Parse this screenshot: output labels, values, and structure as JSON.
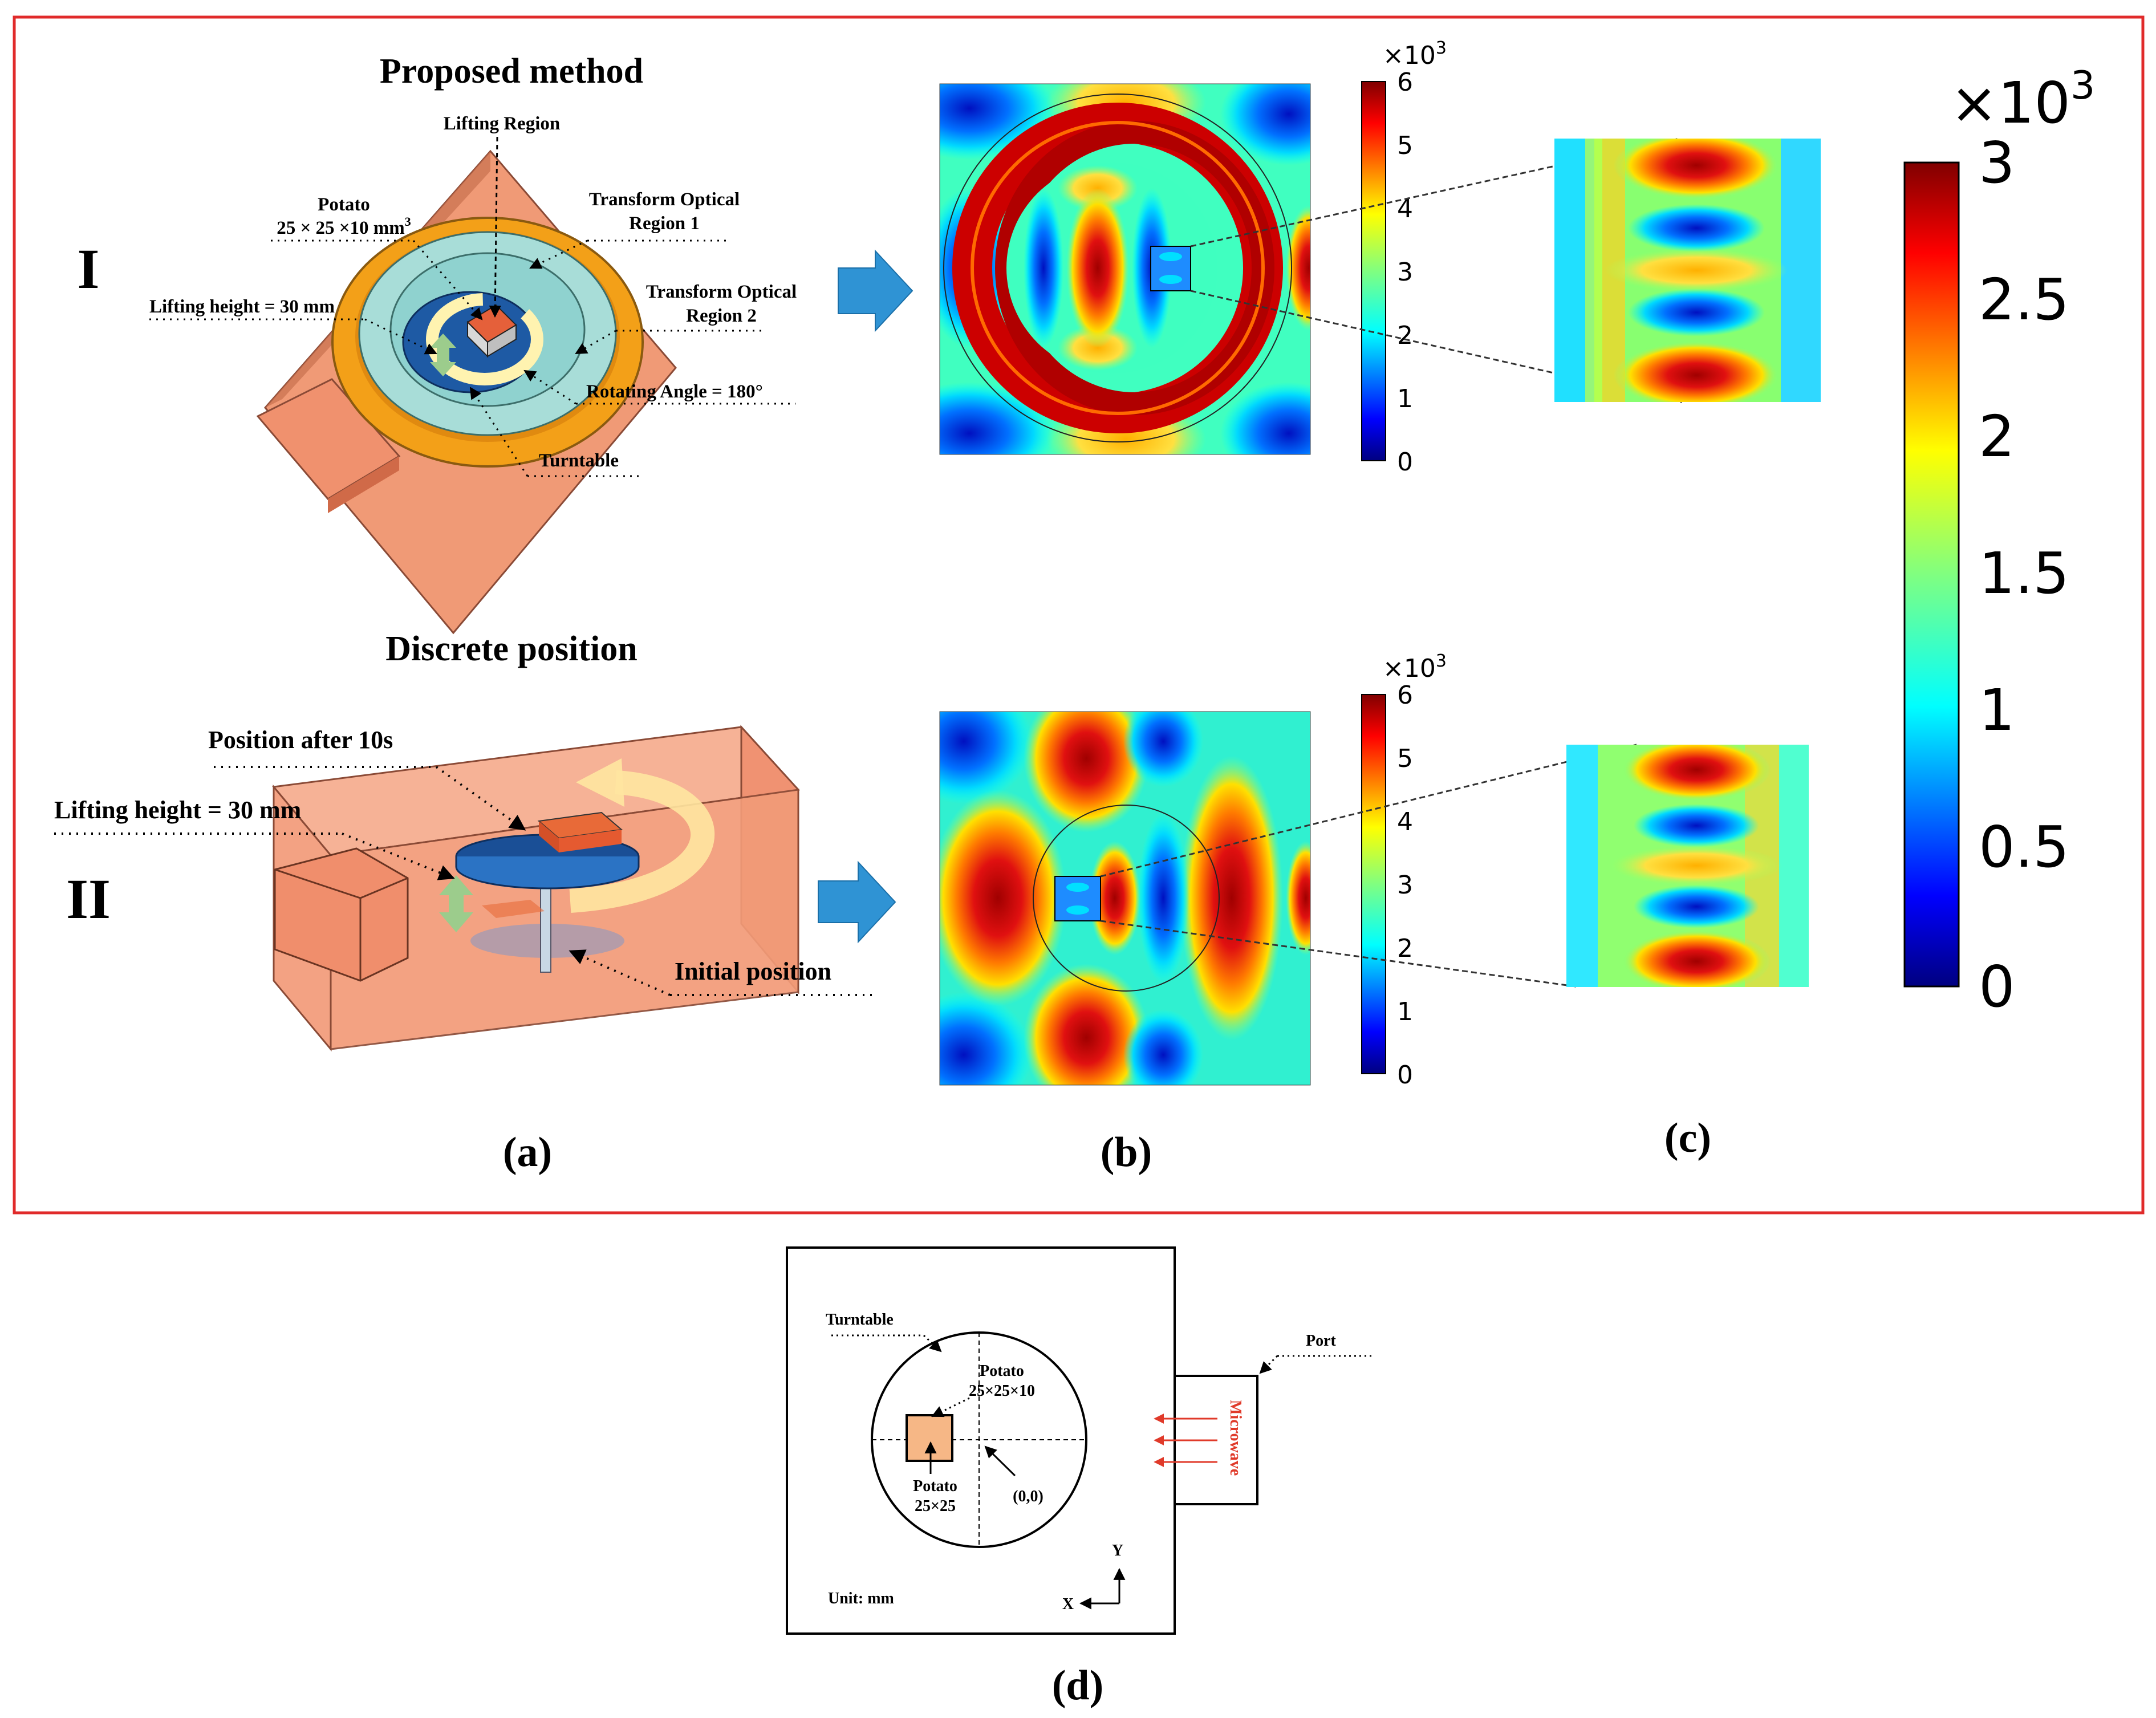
{
  "panel_a": {
    "row1": {
      "title": "Proposed method",
      "roman": "I",
      "labels": {
        "lifting_region": "Lifting Region",
        "potato_line1": "Potato",
        "potato_line2": "25 × 25 ×10 mm",
        "potato_sup": "3",
        "transform1_line1": "Transform Optical",
        "transform1_line2": "Region 1",
        "transform2_line1": "Transform Optical",
        "transform2_line2": "Region 2",
        "lifting_height": "Lifting height = 30 mm",
        "rotating_angle": "Rotating Angle = 180°",
        "turntable": "Turntable"
      }
    },
    "row2": {
      "title": "Discrete position",
      "roman": "II",
      "labels": {
        "position_after": "Position after 10s",
        "lifting_height": "Lifting height = 30 mm",
        "initial_position": "Initial position"
      }
    }
  },
  "colorbars": {
    "b_top": {
      "ticks": [
        "0",
        "1",
        "2",
        "3",
        "4",
        "5",
        "6"
      ],
      "multiplier": "×10",
      "exp": "3",
      "range": [
        0,
        6000
      ]
    },
    "b_bottom": {
      "ticks": [
        "0",
        "1",
        "2",
        "3",
        "4",
        "5",
        "6"
      ],
      "multiplier": "×10",
      "exp": "3",
      "range": [
        0,
        6000
      ]
    },
    "c": {
      "ticks": [
        "0",
        "0.5",
        "1",
        "1.5",
        "2",
        "2.5",
        "3"
      ],
      "multiplier": "×10",
      "exp": "3",
      "range": [
        0,
        3000
      ]
    }
  },
  "panel_labels": {
    "a": "(a)",
    "b": "(b)",
    "c": "(c)",
    "d": "(d)"
  },
  "panel_d": {
    "turntable": "Turntable",
    "port": "Port",
    "potato_top_line1": "Potato",
    "potato_top_line2": "25×25×10",
    "potato_bottom_line1": "Potato",
    "potato_bottom_line2": "25×25",
    "origin": "(0,0)",
    "microwave": "Microwave",
    "unit": "Unit: mm",
    "axis_x": "X",
    "axis_y": "Y"
  },
  "colors": {
    "frame_red": "#e02a2a",
    "oven_salmon": "#f0906a",
    "ring_orange": "#f2a21a",
    "inner_teal": "#8fd2cf",
    "turntable_blue": "#1a4f96",
    "arrow_blue": "#2f93d4",
    "arrow_yellow": "#ffe8a0",
    "arrow_green": "#9ccc8c",
    "microwave_red": "#e03a2a",
    "potato_fill": "#f6b786"
  }
}
